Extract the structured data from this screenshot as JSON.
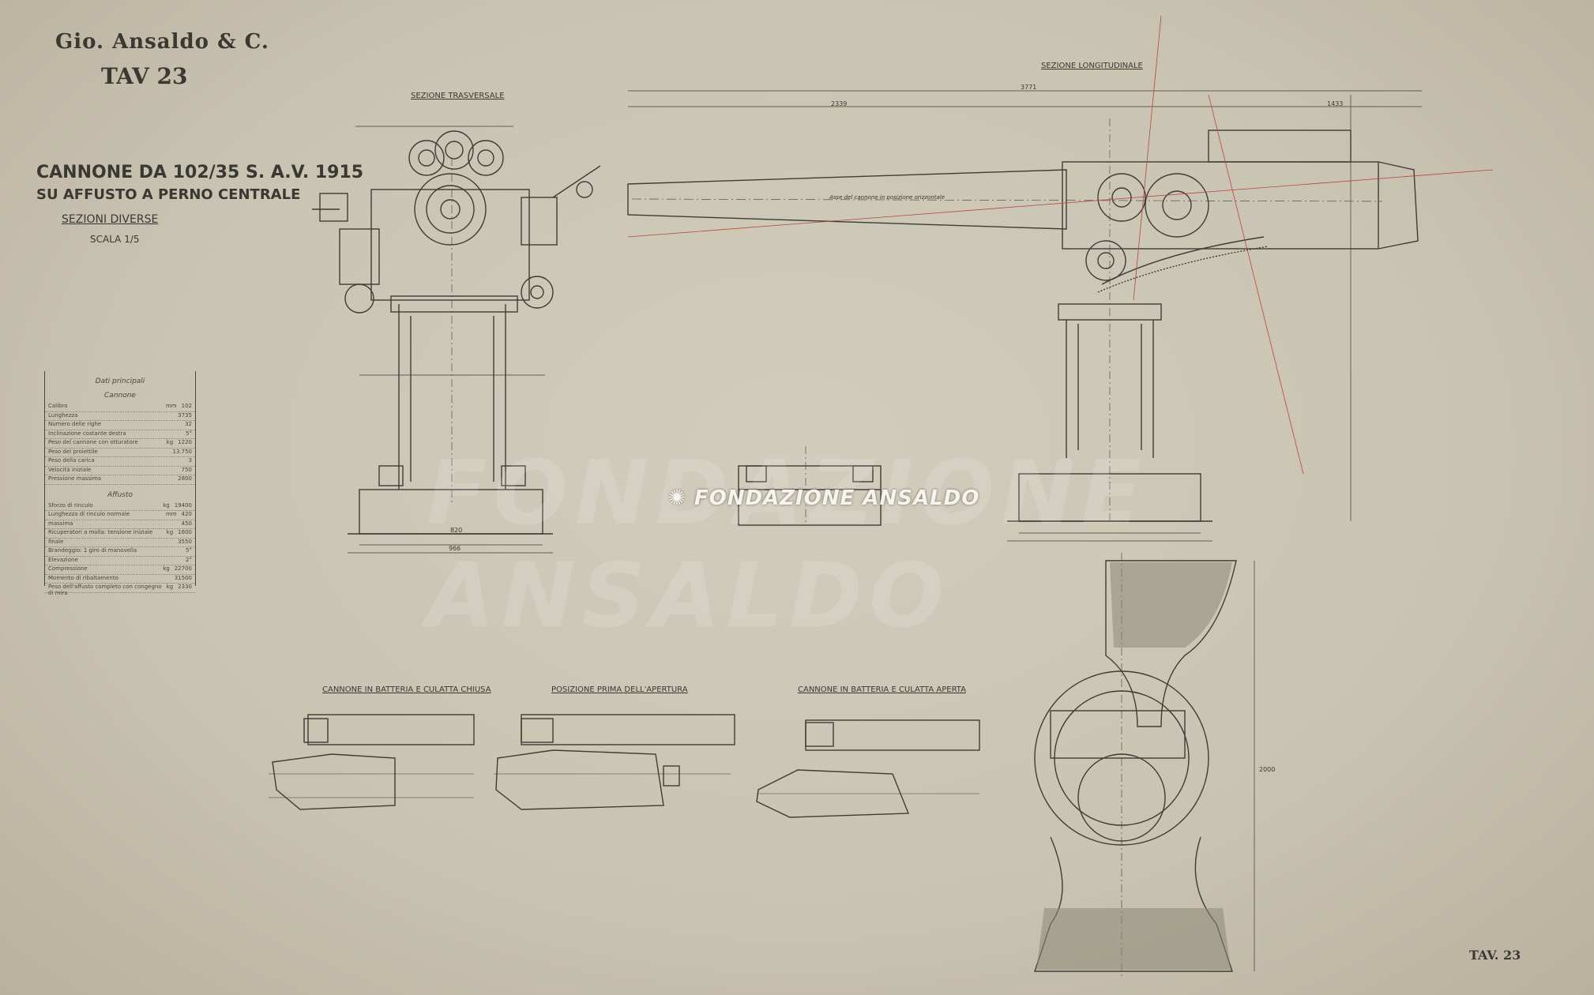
{
  "header": {
    "company": "Gio. Ansaldo & C.",
    "sheet": "TAV 23"
  },
  "title": {
    "line1": "CANNONE DA 102/35 S. A.V. 1915",
    "line2": "SU AFFUSTO A PERNO CENTRALE",
    "line3": "SEZIONI DIVERSE",
    "scale": "SCALA 1/5"
  },
  "views": {
    "transverse": "SEZIONE TRASVERSALE",
    "longitudinal": "SEZIONE LONGITUDINALE",
    "breech_closed": "CANNONE IN BATTERIA E CULATTA CHIUSA",
    "before_opening": "POSIZIONE PRIMA DELL'APERTURA",
    "breech_open": "CANNONE IN BATTERIA E CULATTA APERTA"
  },
  "data_table": {
    "heading": "Dati principali",
    "section_gun": "Cannone",
    "section_mount": "Affusto",
    "gun_rows": [
      {
        "label": "Calibro",
        "unit": "mm",
        "value": "102"
      },
      {
        "label": "Lunghezza",
        "unit": "",
        "value": "3735"
      },
      {
        "label": "Numero delle righe",
        "unit": "",
        "value": "32"
      },
      {
        "label": "Inclinazione costante destra",
        "unit": "",
        "value": "5°"
      },
      {
        "label": "Peso del cannone con otturatore",
        "unit": "kg",
        "value": "1220"
      },
      {
        "label": "Peso del proiettile",
        "unit": "",
        "value": "13.750"
      },
      {
        "label": "Peso della carica",
        "unit": "",
        "value": "3"
      },
      {
        "label": "Velocità iniziale",
        "unit": "",
        "value": "750"
      },
      {
        "label": "Pressione massima",
        "unit": "",
        "value": "2800"
      }
    ],
    "mount_rows": [
      {
        "label": "Sforzo di rinculo",
        "unit": "kg",
        "value": "19400"
      },
      {
        "label": "Lunghezza di rinculo normale",
        "unit": "mm",
        "value": "420"
      },
      {
        "label": "massima",
        "unit": "",
        "value": "450"
      },
      {
        "label": "Ricuperatori a molla: tensione iniziale",
        "unit": "kg",
        "value": "1600"
      },
      {
        "label": "finale",
        "unit": "",
        "value": "3550"
      },
      {
        "label": "Brandeggio: 1 giro di manovella",
        "unit": "",
        "value": "5°"
      },
      {
        "label": "Elevazione",
        "unit": "",
        "value": "2°"
      },
      {
        "label": "Compressione",
        "unit": "kg",
        "value": "22700"
      },
      {
        "label": "Momento di ribaltamento",
        "unit": "",
        "value": "31500"
      },
      {
        "label": "Peso dell'affusto completo con congegno di mira",
        "unit": "kg",
        "value": "2330"
      }
    ]
  },
  "dimensions": {
    "total_length": "3771",
    "left_span": "2339",
    "right_span": "1433",
    "base_width": "820",
    "base_outer": "966",
    "plan_height": "2000",
    "barrel_axis_note": "Asse del cannone in posizione orizzontale"
  },
  "watermark": "FONDAZIONE ANSALDO",
  "footer_sheet": "TAV. 23",
  "colors": {
    "paper": "#cfc9b9",
    "ink": "#3a3833",
    "red_line": "#b5473b"
  }
}
